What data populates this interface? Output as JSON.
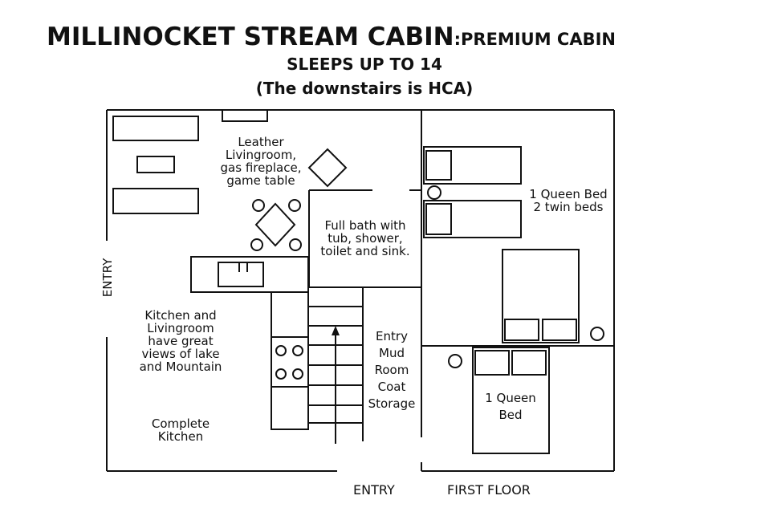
{
  "title": {
    "main": "MILLINOCKET STREAM CABIN",
    "sub": ":PREMIUM CABIN",
    "line2": "SLEEPS UP  TO 14",
    "line3": "(The downstairs is HCA)"
  },
  "labels": {
    "livingroom": "Leather\nLivingroom,\ngas fireplace,\ngame table",
    "bath": "Full bath with\ntub, shower,\ntoilet and sink.",
    "bedroom1": "1 Queen Bed\n2 twin beds",
    "kitchen_views": "Kitchen and\nLivingroom\nhave great\nviews of lake\nand Mountain",
    "mudroom": "Entry\nMud\nRoom\nCoat\nStorage",
    "bedroom2": "1 Queen\nBed",
    "kitchen": "Complete\nKitchen",
    "entry_side": "ENTRY",
    "entry_bottom": "ENTRY",
    "floor": "FIRST FLOOR"
  }
}
